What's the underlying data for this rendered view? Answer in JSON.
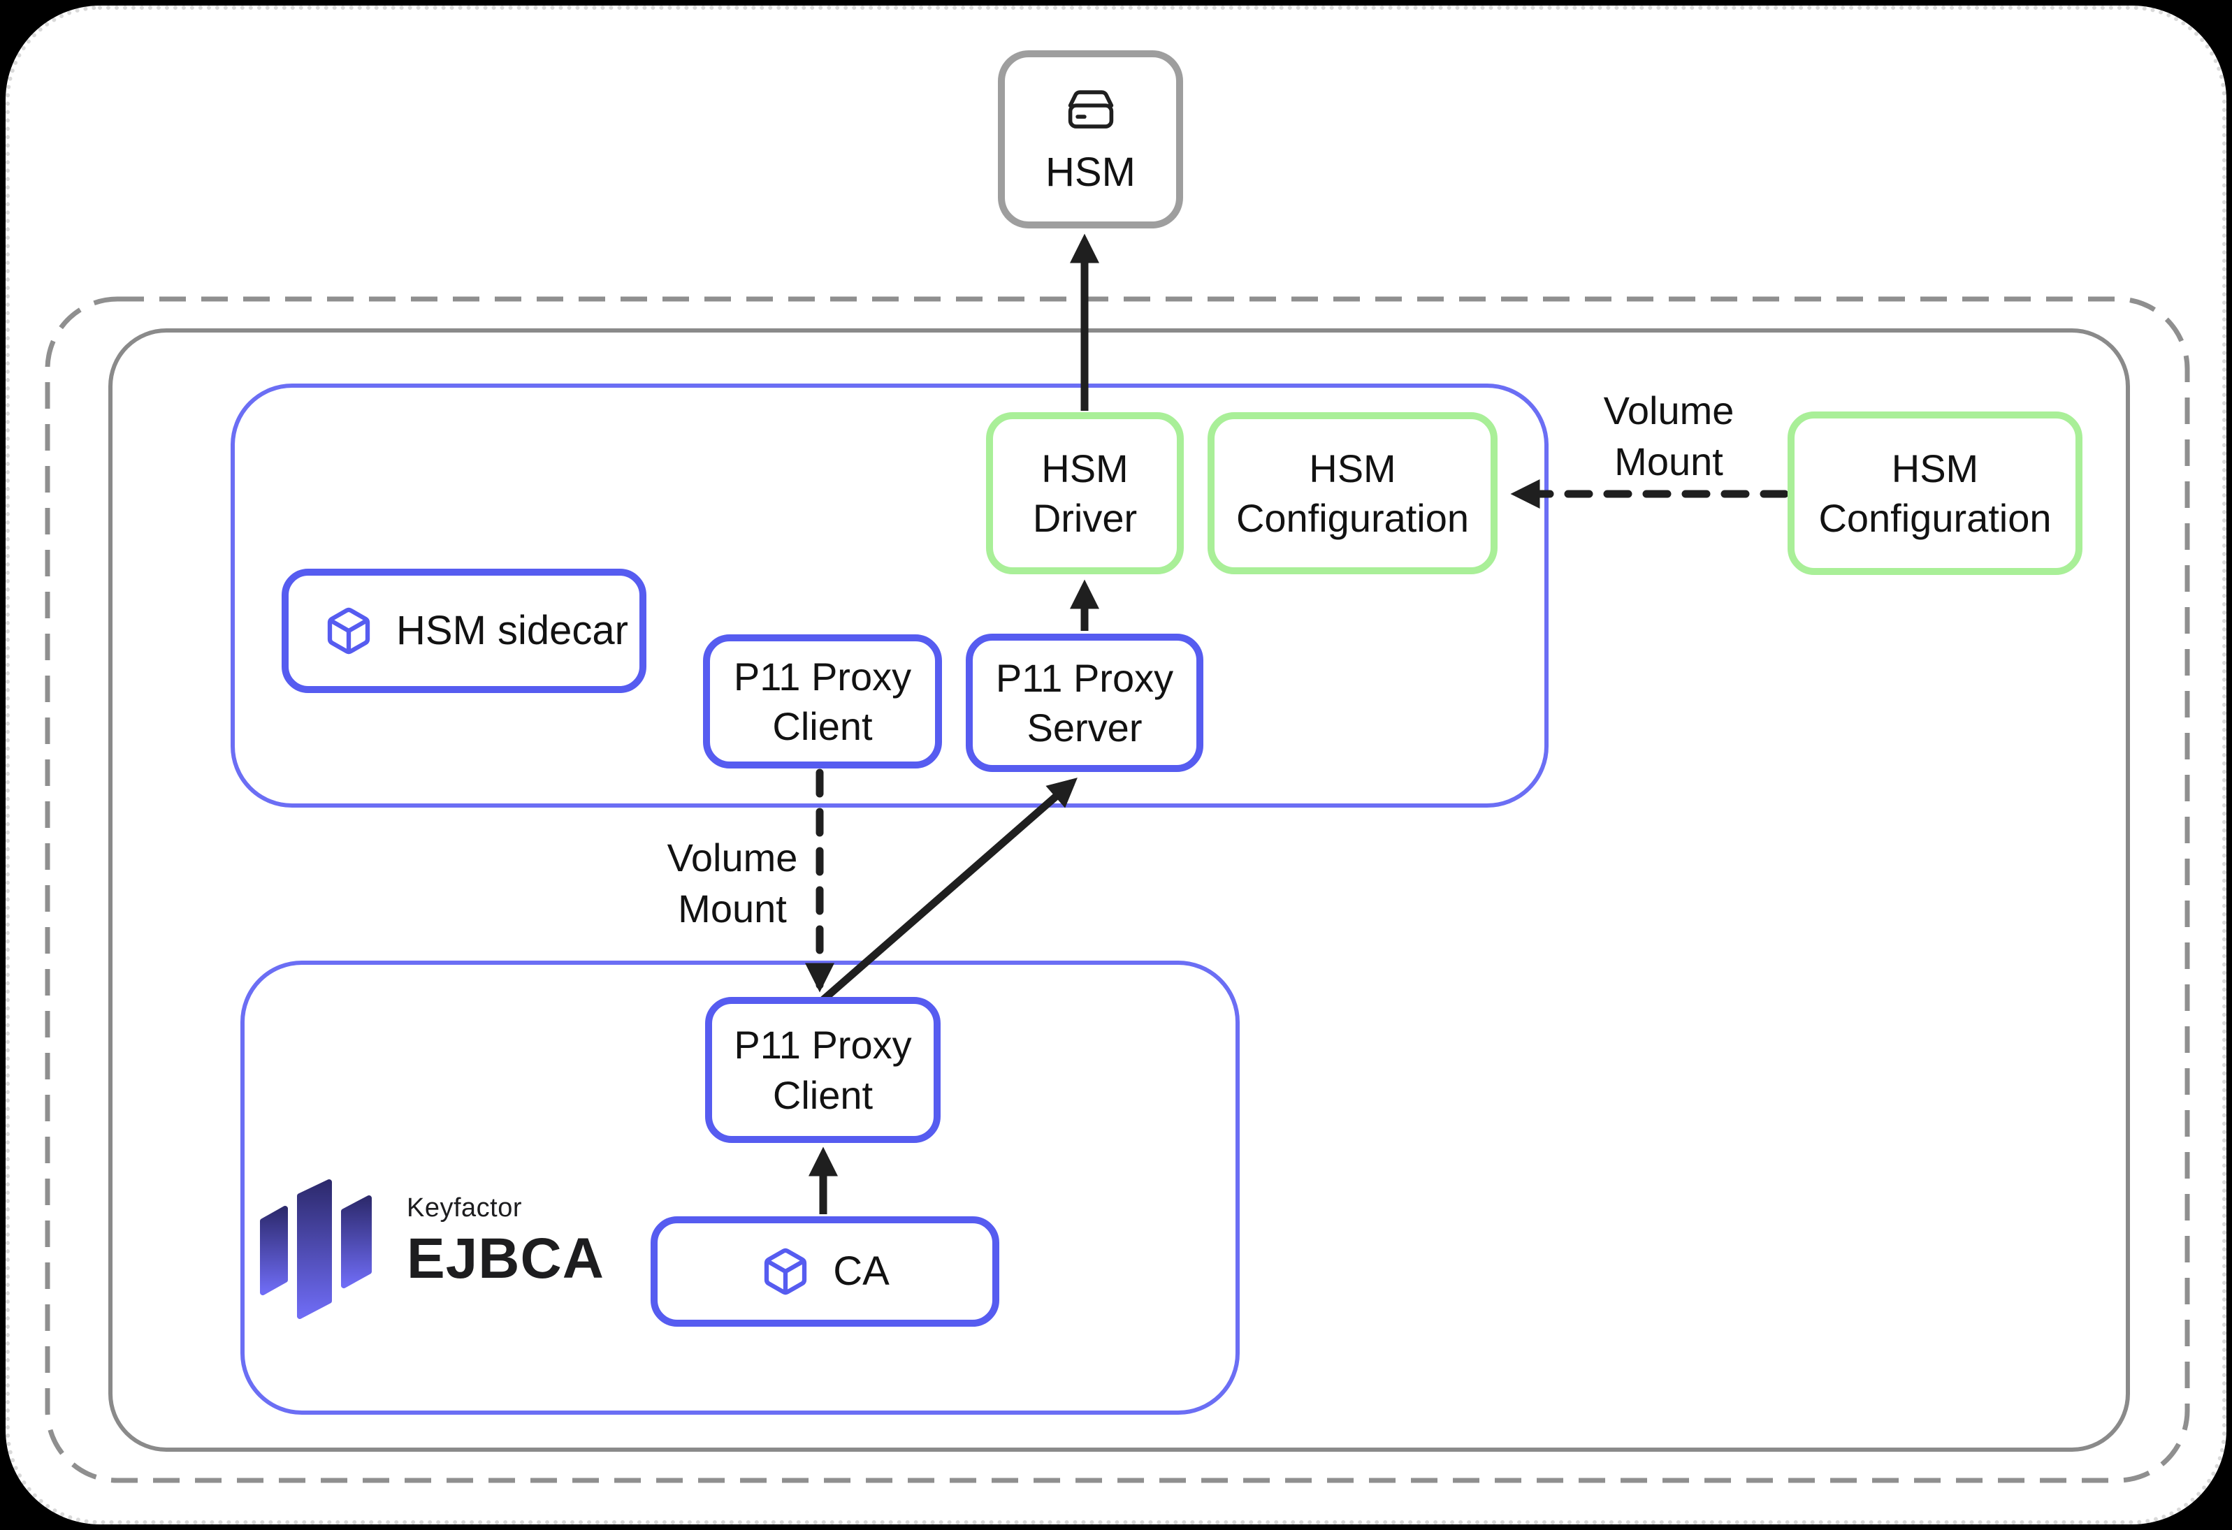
{
  "nodes": {
    "hsm": {
      "label": "HSM"
    },
    "hsm_driver": {
      "label": "HSM\nDriver"
    },
    "hsm_configuration_inner": {
      "label": "HSM\nConfiguration"
    },
    "hsm_configuration_outer": {
      "label": "HSM\nConfiguration"
    },
    "hsm_sidecar": {
      "label": "HSM sidecar"
    },
    "p11_proxy_client_top": {
      "label": "P11 Proxy\nClient"
    },
    "p11_proxy_server": {
      "label": "P11 Proxy\nServer"
    },
    "p11_proxy_client_bottom": {
      "label": "P11 Proxy\nClient"
    },
    "ca": {
      "label": "CA"
    }
  },
  "edge_labels": {
    "volume_mount_middle": {
      "label": "Volume\nMount"
    },
    "volume_mount_right": {
      "label": "Volume\nMount"
    }
  },
  "logo": {
    "brand": "Keyfactor",
    "product": "EJBCA"
  },
  "icons": {
    "hsm": "hard-drive-icon",
    "hsm_sidecar": "package-cube-icon",
    "ca": "package-cube-icon",
    "logo": "keyfactor-bars-logo"
  },
  "colors": {
    "accent_blue": "#565cf0",
    "container_blue": "#6b6ef4",
    "accent_green": "#a9ef98",
    "box_gray": "#9e9e9e",
    "container_gray": "#8a8a8a",
    "arrow_black": "#1f1f1f"
  }
}
